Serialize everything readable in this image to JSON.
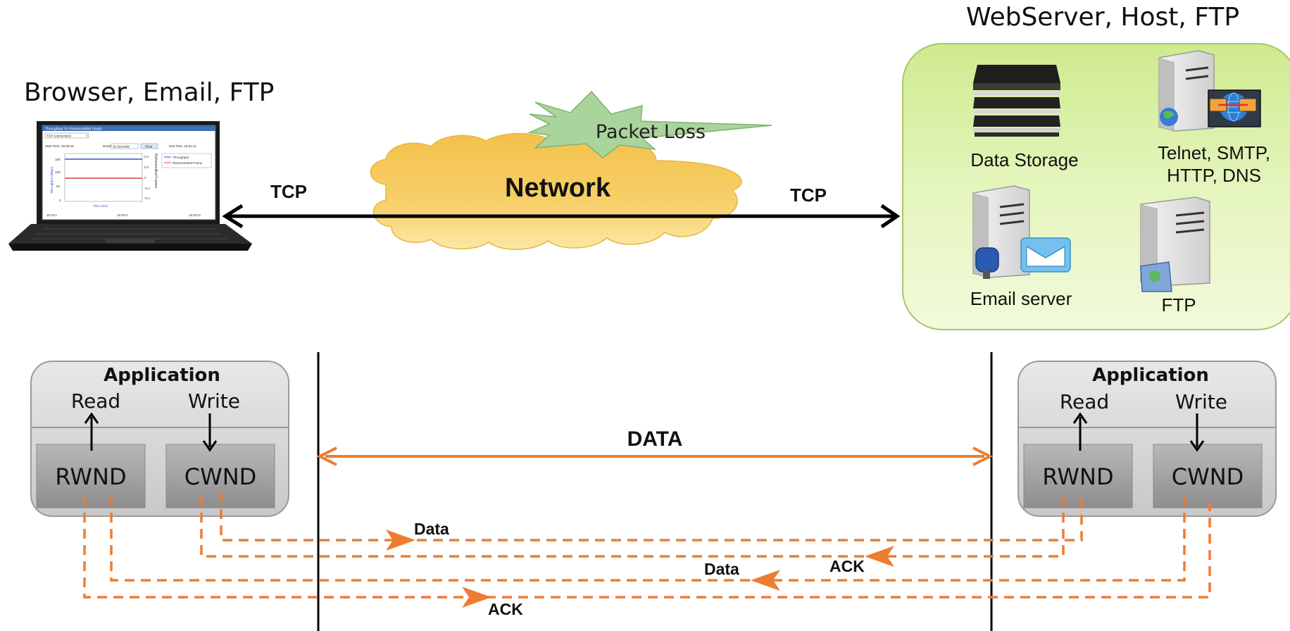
{
  "client": {
    "title": "Browser, Email, FTP"
  },
  "server": {
    "title": "WebServer, Host, FTP"
  },
  "network": {
    "cloud_label": "Network",
    "burst_label": "Packet Loss",
    "tcp_left": "TCP",
    "tcp_right": "TCP"
  },
  "server_items": {
    "data_storage": "Data Storage",
    "telnet_line1": "Telnet, SMTP,",
    "telnet_line2": "HTTP, DNS",
    "email_server": "Email server",
    "ftp": "FTP"
  },
  "laptop_screen": {
    "window_title": "Throughput Vs Retransmitted Graph",
    "dropdown": "TCP Connection1",
    "start_time": "Start Time: 15:28:29",
    "duration": "Duration:",
    "duration_value": "10 Seconds",
    "clear_button": "Clear",
    "end_time": "End Time: 15:32:11",
    "legend_throughput": "Throughput",
    "legend_retrans": "Retransmitted Frame",
    "y_label": "Throughput (Mbps)",
    "y2_label": "Retransmitted Frames",
    "x_label": "Time (sec)",
    "x_ticks": [
      "15:32:1",
      "15:32:6",
      "15:32:11"
    ],
    "y_ticks": [
      "150",
      "100",
      "50",
      "0"
    ],
    "y2_ticks": [
      "0.4",
      "0.2",
      "0",
      "-0.2",
      "-0.4"
    ]
  },
  "left_app": {
    "title": "Application",
    "read": "Read",
    "write": "Write",
    "rwnd": "RWND",
    "cwnd": "CWND"
  },
  "right_app": {
    "title": "Application",
    "read": "Read",
    "write": "Write",
    "rwnd": "RWND",
    "cwnd": "CWND"
  },
  "flow": {
    "data_main": "DATA",
    "data_1": "Data",
    "ack_1": "ACK",
    "data_2": "Data",
    "ack_2": "ACK"
  },
  "colors": {
    "orange": "#ED7D31",
    "server_panel": "#DFF3B0",
    "cloud": "#F6CD5E",
    "burst": "#A9D49B",
    "app_box": "#D9D9D9",
    "wnd_box": "#A6A6A6"
  }
}
